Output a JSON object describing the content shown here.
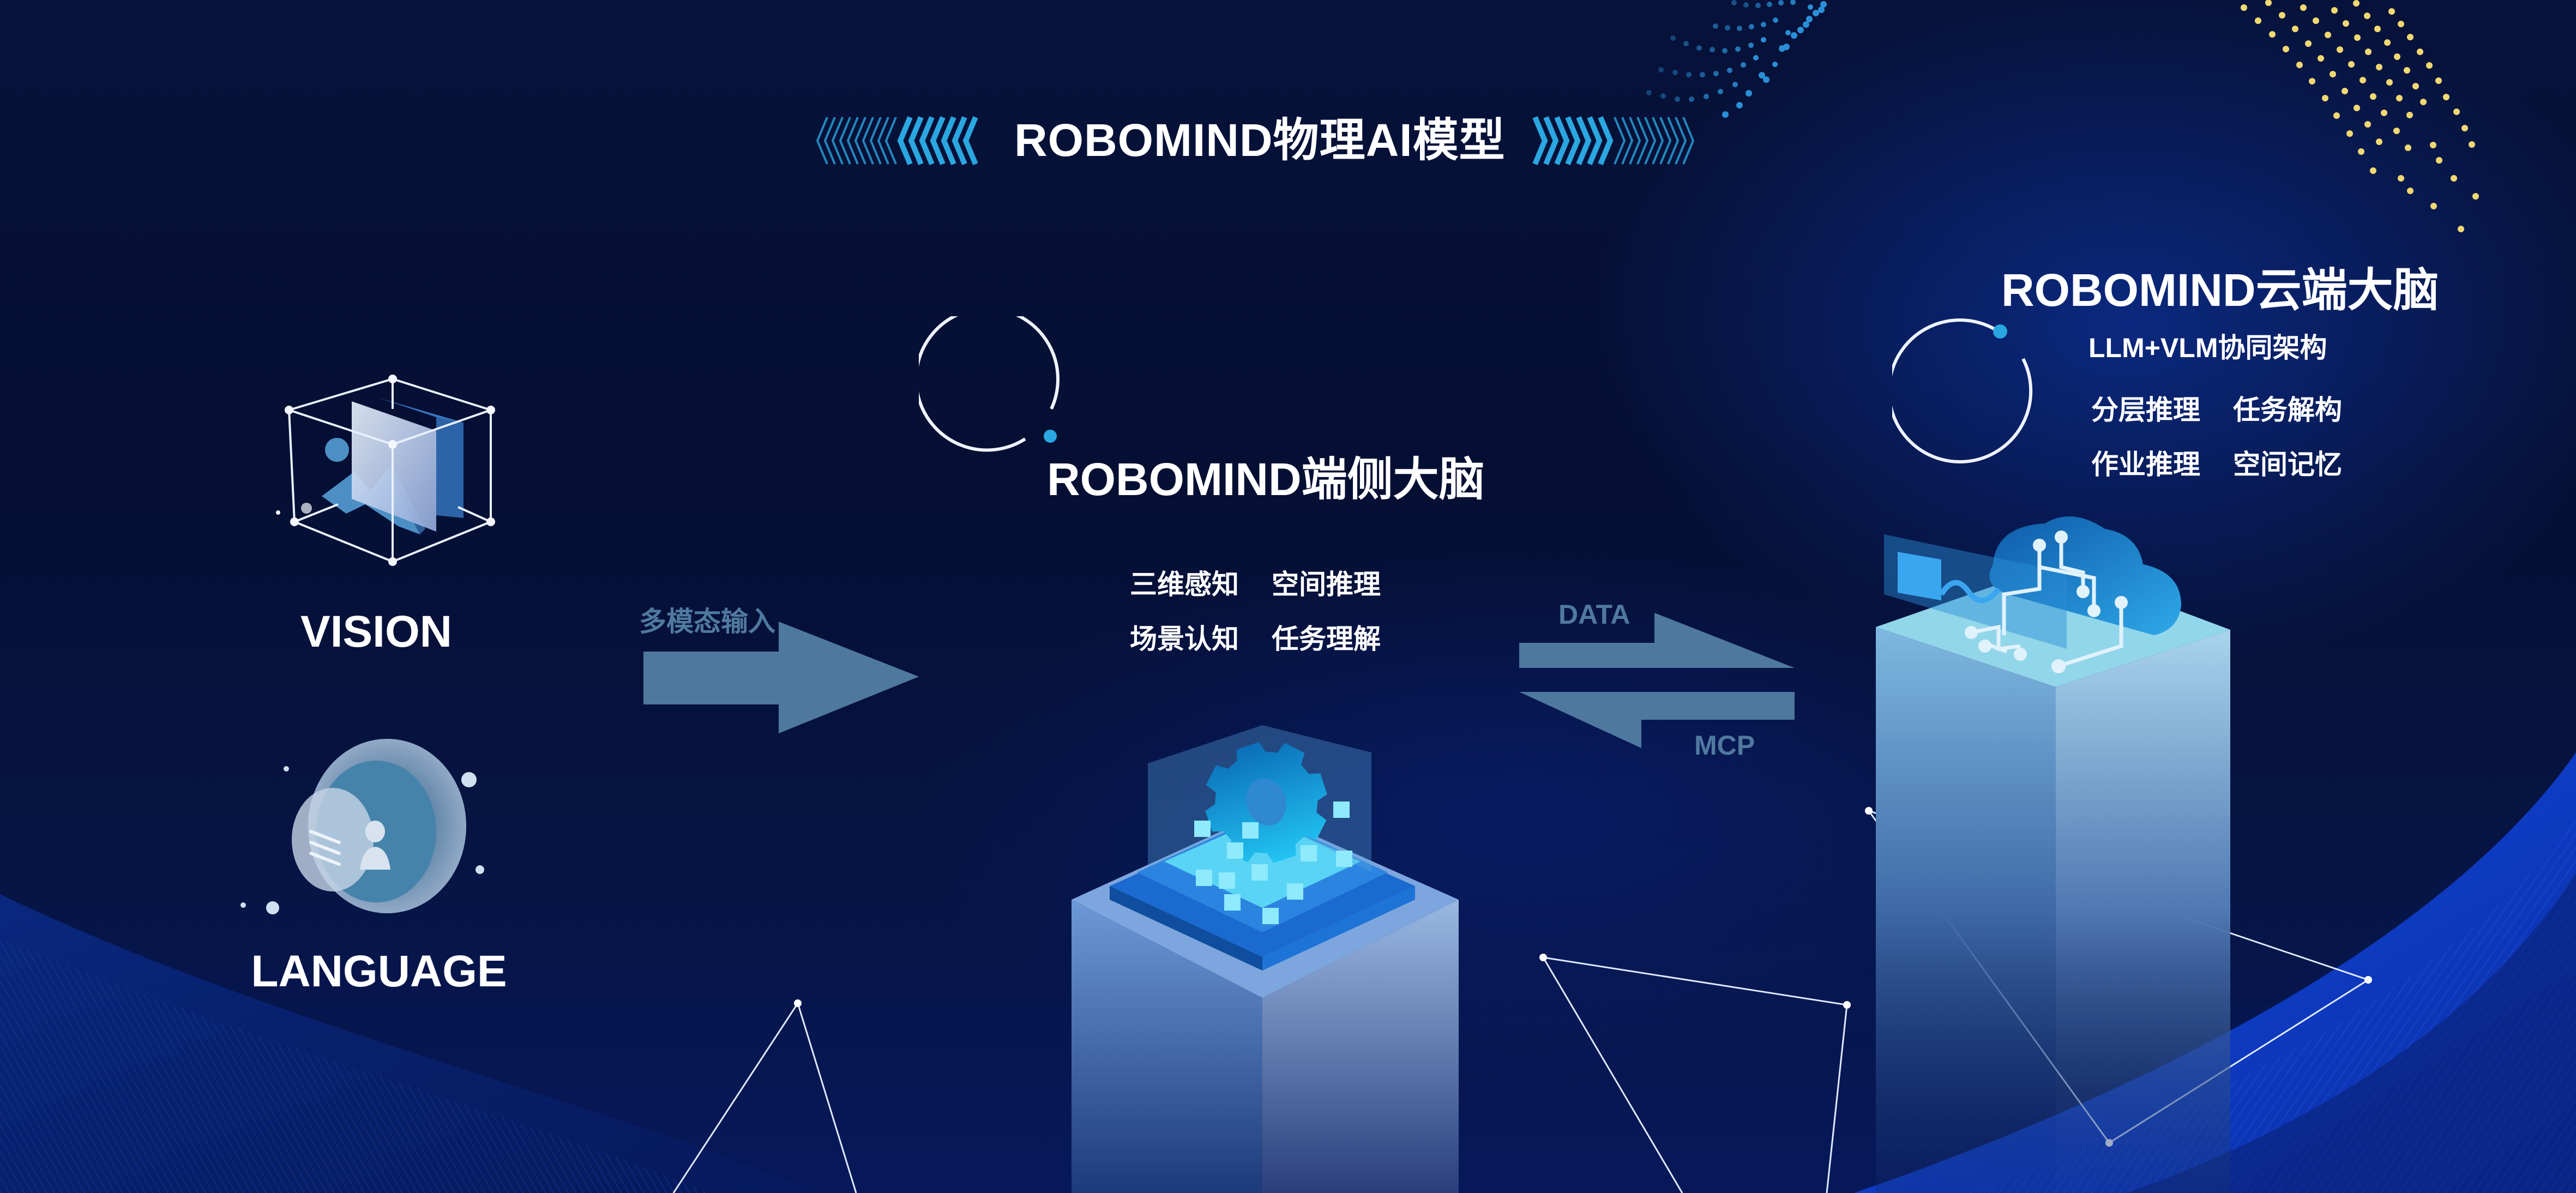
{
  "header": {
    "title": "ROBOMIND物理AI模型"
  },
  "inputs": {
    "vision": {
      "label": "VISION",
      "icon": "vision-cube-icon"
    },
    "language": {
      "label": "LANGUAGE",
      "icon": "language-chat-icon"
    },
    "arrow_label": "多模态输入"
  },
  "edge_brain": {
    "title": "ROBOMIND端侧大脑",
    "features": [
      [
        "三维感知",
        "空间推理"
      ],
      [
        "场景认知",
        "任务理解"
      ]
    ],
    "icon": "gear-chip-icon"
  },
  "link": {
    "top_label": "DATA",
    "bottom_label": "MCP"
  },
  "cloud_brain": {
    "title": "ROBOMIND云端大脑",
    "subtitle": "LLM+VLM协同架构",
    "features": [
      [
        "分层推理",
        "任务解构"
      ],
      [
        "作业推理",
        "空间记忆"
      ]
    ],
    "icon": "cloud-circuit-icon"
  },
  "colors": {
    "background": "#06123a",
    "accent_cyan": "#2aa6e0",
    "arrow_fill": "#4f789e",
    "dot_yellow": "#f2d873",
    "text": "#ffffff"
  }
}
